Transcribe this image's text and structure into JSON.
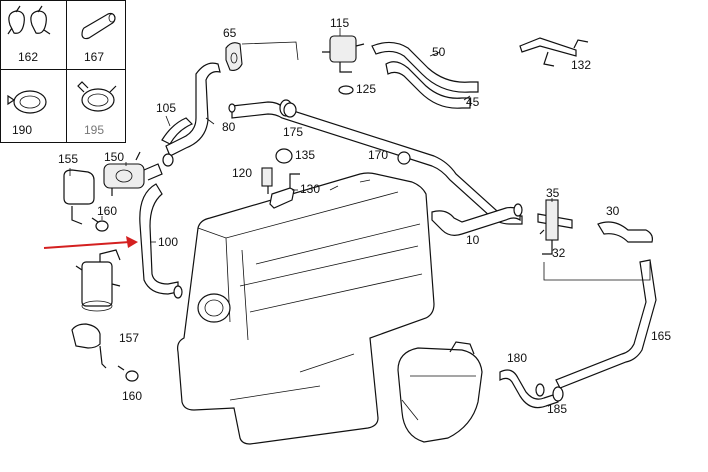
{
  "colors": {
    "line": "#111111",
    "arrow": "#d42020",
    "faded": "#777777"
  },
  "legend_box": [
    {
      "label": "162"
    },
    {
      "label": "167"
    },
    {
      "label": "190"
    },
    {
      "label": "195"
    }
  ],
  "labels": {
    "l65": "65",
    "l115": "115",
    "l50": "50",
    "l132": "132",
    "l125": "125",
    "l45": "45",
    "l105": "105",
    "l80": "80",
    "l175": "175",
    "l155": "155",
    "l150": "150",
    "l135": "135",
    "l170": "170",
    "l120": "120",
    "l130": "130",
    "l35": "35",
    "l160a": "160",
    "l30": "30",
    "l100": "100",
    "l10": "10",
    "l32": "32",
    "l157": "157",
    "l165": "165",
    "l180": "180",
    "l160b": "160",
    "l185": "185"
  }
}
